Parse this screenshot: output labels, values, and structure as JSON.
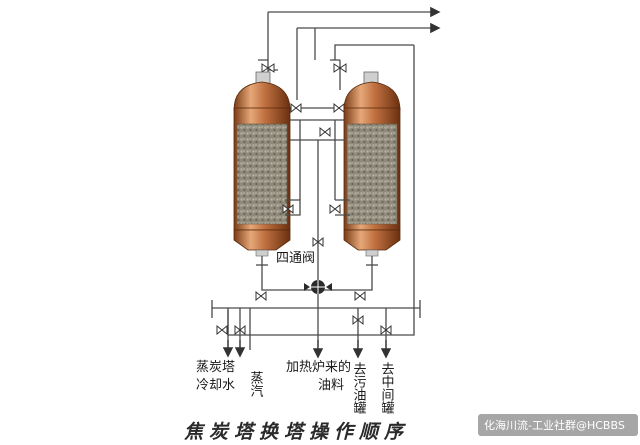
{
  "labels": {
    "four_way_valve": "四通阀",
    "outlet_1_line1": "蒸炭塔",
    "outlet_1_line2": "冷却水",
    "outlet_2": "蒸汽",
    "outlet_3_line1": "加热炉来的",
    "outlet_3_line2": "油料",
    "outlet_4": "去污油罐",
    "outlet_5": "去中间罐"
  },
  "title": "焦炭塔换塔操作顺序",
  "watermark": "化海川流-工业社群@HCBBS",
  "colors": {
    "tower_body": "#b8683a",
    "tower_dark": "#7a3c18",
    "tower_light": "#e6a878",
    "coke_fill": "#8f8a7c",
    "pipe": "#4a4a4a"
  }
}
